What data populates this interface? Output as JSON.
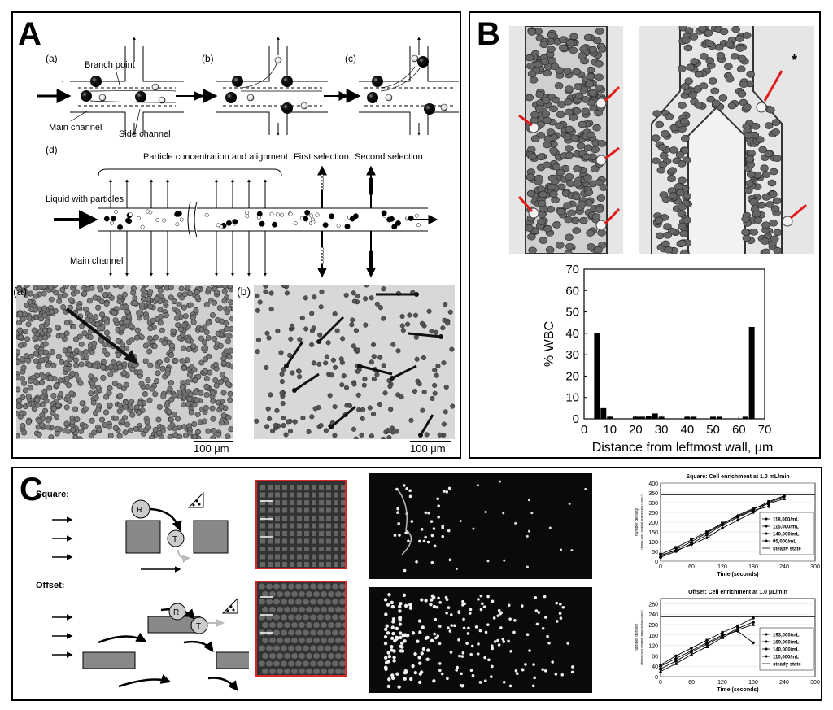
{
  "panelA": {
    "letter": "A",
    "sub_a": "(a)",
    "sub_b": "(b)",
    "sub_c": "(c)",
    "sub_d": "(d)",
    "branch_point": "Branch point",
    "main_channel": "Main channel",
    "side_channel": "Side channel",
    "particle_conc": "Particle concentration and alignment",
    "first_selection": "First selection",
    "second_selection": "Second selection",
    "liquid_particles": "Liquid with particles",
    "main_channel_d": "Main channel",
    "micro_a": "(a)",
    "micro_b": "(b)",
    "scale_a": "100 μm",
    "scale_b": "100 μm"
  },
  "panelB": {
    "letter": "B",
    "asterisk": "*",
    "chart_data": {
      "type": "bar",
      "ylabel": "% WBC",
      "xlabel": "Distance from leftmost wall, μm",
      "xlim": [
        0,
        70
      ],
      "ylim": [
        0,
        70
      ],
      "xticks": [
        0,
        10,
        20,
        30,
        40,
        50,
        60,
        70
      ],
      "yticks": [
        0,
        10,
        20,
        30,
        40,
        50,
        60,
        70
      ],
      "x": [
        5,
        7.5,
        10,
        20,
        22.5,
        25,
        27.5,
        30,
        40,
        42.5,
        50,
        52.5,
        62.5,
        65
      ],
      "values": [
        40,
        5,
        1,
        1,
        1,
        1.5,
        2.5,
        1,
        1,
        1,
        1,
        1,
        1,
        43
      ]
    }
  },
  "panelC": {
    "letter": "C",
    "square_label": "Square:",
    "offset_label": "Offset:",
    "R": "R",
    "T": "T",
    "chart_data": [
      {
        "type": "line",
        "title": "Square: Cell enrichment at 1.0 mL/min",
        "xlabel": "Time (seconds)",
        "ylabel": "number density\n(times over original suspension conc.)",
        "xlim": [
          0,
          300
        ],
        "ylim": [
          0,
          400
        ],
        "xticks": [
          0,
          60,
          120,
          180,
          240,
          300
        ],
        "yticks": [
          0,
          50,
          100,
          150,
          200,
          250,
          300,
          350,
          400
        ],
        "series": [
          {
            "name": "118,000/mL",
            "x": [
              0,
              30,
              60,
              90,
              120,
              150,
              180,
              210,
              240
            ],
            "y": [
              30,
              55,
              85,
              120,
              170,
              210,
              250,
              300,
              330
            ]
          },
          {
            "name": "115,000/mL",
            "x": [
              0,
              30,
              60,
              90,
              120,
              150,
              180,
              210,
              240
            ],
            "y": [
              35,
              70,
              110,
              150,
              195,
              230,
              265,
              305,
              335
            ]
          },
          {
            "name": "140,000/mL",
            "x": [
              0,
              30,
              60,
              90,
              120,
              150,
              180,
              210,
              240
            ],
            "y": [
              25,
              60,
              100,
              145,
              190,
              235,
              270,
              295,
              320
            ]
          },
          {
            "name": "95,000/mL",
            "x": [
              0,
              30,
              60,
              90,
              120,
              150,
              180,
              210
            ],
            "y": [
              20,
              50,
              90,
              135,
              185,
              225,
              260,
              280
            ]
          }
        ],
        "steady_state_label": "steady state",
        "steady_state": 340
      },
      {
        "type": "line",
        "title": "Offset: Cell enrichment at 1.0 μL/min",
        "xlabel": "Time (seconds)",
        "ylabel": "number density\n(times over original suspension conc.)",
        "xlim": [
          0,
          300
        ],
        "ylim": [
          0,
          300
        ],
        "xticks": [
          0,
          60,
          120,
          180,
          240,
          300
        ],
        "yticks": [
          0,
          40,
          80,
          120,
          160,
          200,
          240,
          280
        ],
        "series": [
          {
            "name": "193,000/mL",
            "x": [
              0,
              30,
              60,
              90,
              120,
              150,
              180
            ],
            "y": [
              40,
              70,
              100,
              130,
              160,
              175,
              130
            ]
          },
          {
            "name": "189,000/mL",
            "x": [
              0,
              30,
              60,
              90,
              120,
              150,
              180
            ],
            "y": [
              30,
              60,
              95,
              125,
              155,
              185,
              210
            ]
          },
          {
            "name": "140,000/mL",
            "x": [
              0,
              30,
              60,
              90,
              120,
              150,
              180
            ],
            "y": [
              20,
              50,
              85,
              115,
              150,
              180,
              200
            ]
          },
          {
            "name": "110,000/mL",
            "x": [
              0,
              30,
              60,
              90,
              120,
              150,
              180
            ],
            "y": [
              45,
              80,
              110,
              140,
              170,
              195,
              225
            ]
          }
        ],
        "steady_state_label": "steady state",
        "steady_state": 230
      }
    ]
  }
}
